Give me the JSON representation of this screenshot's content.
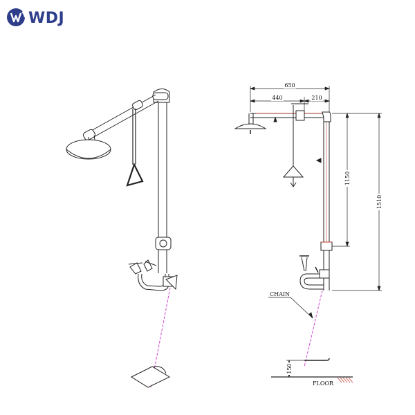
{
  "brand": {
    "logo_text": "WDJ",
    "logo_color": "#2f3e8a"
  },
  "drawing": {
    "dimensions": {
      "overall_width": "650",
      "head_arm": "440",
      "pull_rod_offset": "210",
      "pull_height": "1150",
      "total_height": "1510",
      "pedal_height": "150"
    },
    "labels": {
      "chain": "CHAIN",
      "floor": "FLOOR"
    },
    "colors": {
      "line": "#222222",
      "chain_dashed": "#d046d0",
      "highlight": "#c0392b"
    }
  }
}
